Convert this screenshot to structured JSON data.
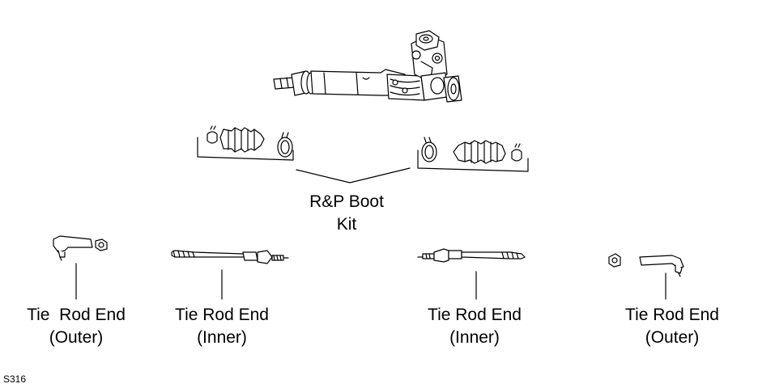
{
  "labels": {
    "boot_kit": {
      "line1": "R&P Boot",
      "line2": "Kit"
    },
    "outer_left": {
      "line1": "Tie  Rod End",
      "line2": "(Outer)"
    },
    "inner_left": {
      "line1": "Tie Rod End",
      "line2": "(Inner)"
    },
    "inner_right": {
      "line1": "Tie Rod End",
      "line2": "(Inner)"
    },
    "outer_right": {
      "line1": "Tie Rod End",
      "line2": "(Outer)"
    }
  },
  "figure_code": "S316",
  "colors": {
    "ink": "#000000",
    "paper": "#ffffff"
  }
}
